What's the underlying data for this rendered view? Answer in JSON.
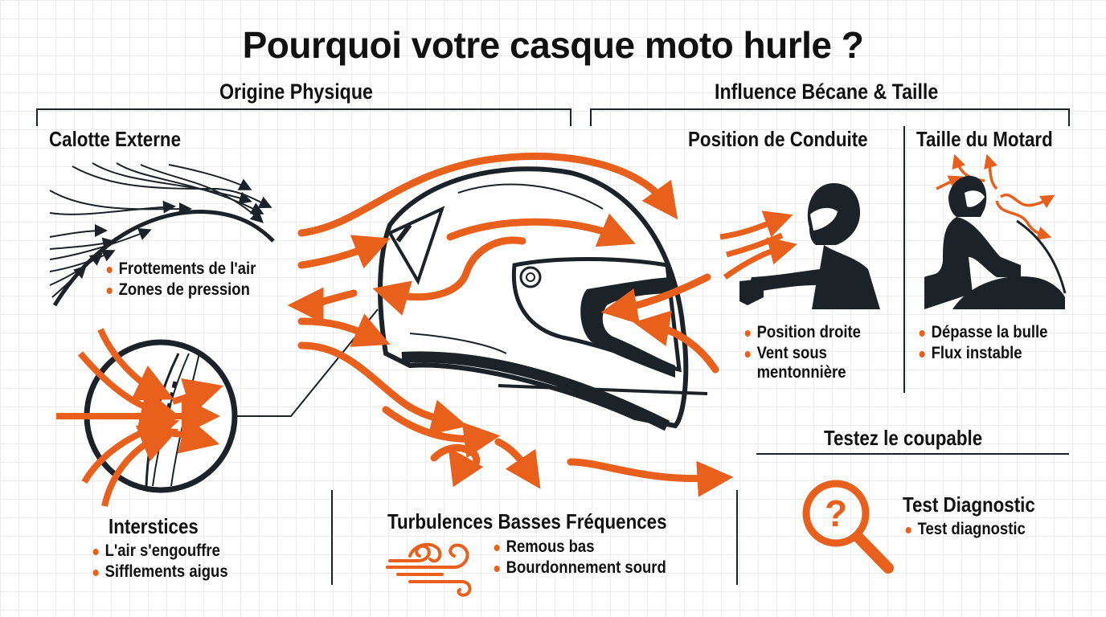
{
  "title": "Pourquoi votre casque moto hurle ?",
  "colors": {
    "accent": "#e8601c",
    "ink": "#1c2328",
    "grid": "#ececec",
    "background": "#ffffff"
  },
  "sections": {
    "origin": {
      "heading": "Origine Physique",
      "calotte": {
        "title": "Calotte Externe",
        "icon": "airflow-over-shell-icon",
        "bullets": [
          "Frottements de l'air",
          "Zones de pression"
        ]
      },
      "interstices": {
        "title": "Interstices",
        "icon": "seal-gap-zoom-icon",
        "bullets": [
          "L'air s'engouffre",
          "Sifflements aigus"
        ]
      },
      "turbulences": {
        "title": "Turbulences Basses Fréquences",
        "icon": "wind-swirl-icon",
        "bullets": [
          "Remous bas",
          "Bourdonnement sourd"
        ]
      }
    },
    "influence": {
      "heading": "Influence Bécane & Taille",
      "position": {
        "title": "Position de Conduite",
        "icon": "upright-rider-icon",
        "bullets": [
          "Position droite",
          "Vent sous mentonnière"
        ]
      },
      "taille": {
        "title": "Taille du Motard",
        "icon": "tall-rider-windscreen-icon",
        "bullets": [
          "Dépasse la bulle",
          "Flux instable"
        ]
      }
    },
    "test": {
      "heading": "Testez le coupable",
      "title": "Test Diagnostic",
      "icon": "magnifier-question-icon",
      "bullets": [
        "Test diagnostic"
      ]
    }
  },
  "center_illustration": {
    "icon": "helmet-airflow-icon"
  }
}
